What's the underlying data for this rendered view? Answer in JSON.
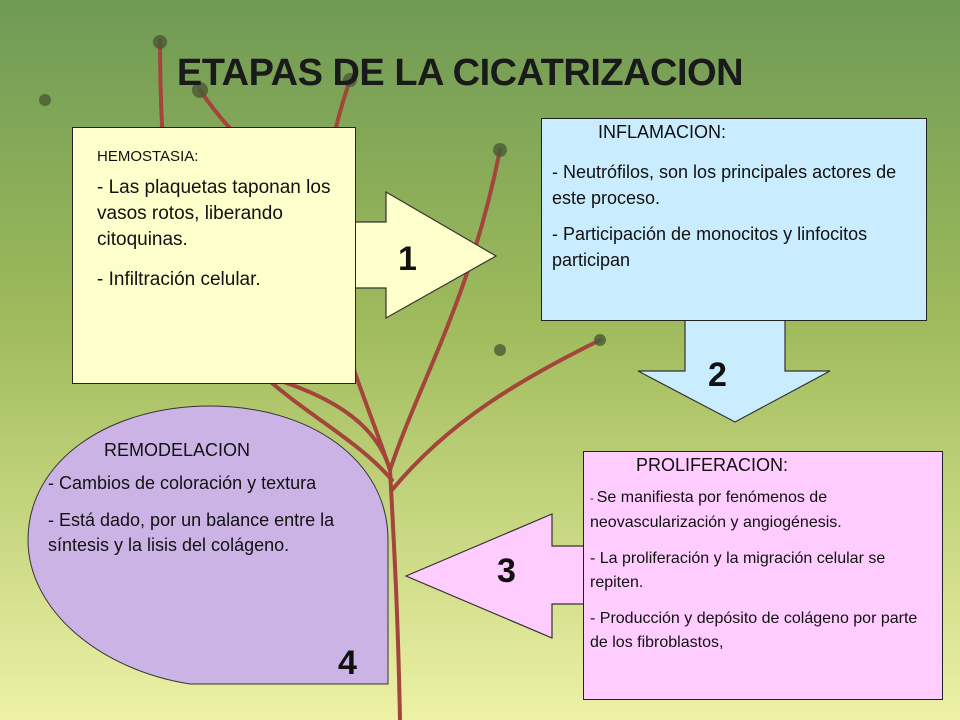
{
  "title": "ETAPAS DE LA CICATRIZACION",
  "stages": [
    {
      "number": "1",
      "heading": "HEMOSTASIA:",
      "items": [
        "- Las plaquetas taponan los vasos rotos, liberando citoquinas.",
        "- Infiltración celular."
      ]
    },
    {
      "number": "2",
      "heading": "INFLAMACION:",
      "items": [
        "- Neutrófilos, son los principales actores de este proceso.",
        "-  Participación de monocitos y linfocitos participan"
      ]
    },
    {
      "number": "3",
      "heading": "PROLIFERACION:",
      "items": [
        {
          "prefix": "- ",
          "text": "Se manifiesta por fenómenos de neovascularización y angiogénesis."
        },
        "- La proliferación y la migración celular se repiten.",
        "- Producción y depósito de colágeno por parte de los fibroblastos,"
      ]
    },
    {
      "number": "4",
      "heading": "REMODELACION",
      "items": [
        "- Cambios de coloración y textura",
        "- Está dado, por un balance entre la síntesis y la lisis del colágeno."
      ]
    }
  ],
  "colors": {
    "hemostasia": "#ffffcc",
    "inflamacion": "#c9ecff",
    "proliferacion": "#ffccff",
    "remodelacion": "#ccb3e6"
  }
}
